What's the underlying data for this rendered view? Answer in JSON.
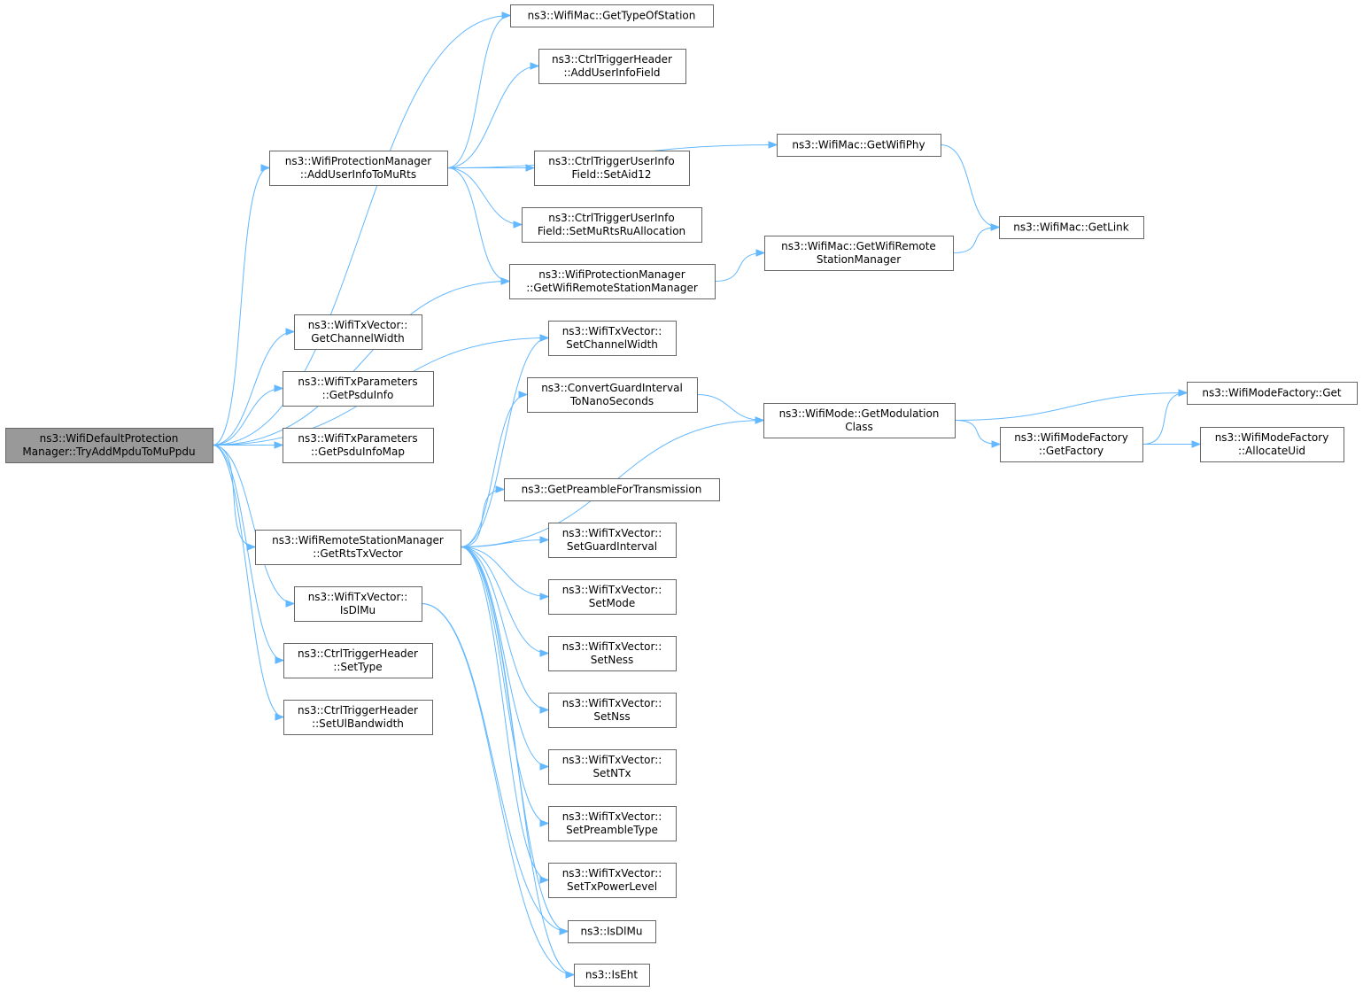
{
  "diagram": {
    "root": "n0",
    "nodes": [
      {
        "id": "n0",
        "lines": [
          "ns3::WifiDefaultProtection",
          "Manager::TryAddMpduToMuPpdu"
        ],
        "root": true
      },
      {
        "id": "n1",
        "lines": [
          "ns3::WifiMac::GetTypeOfStation"
        ]
      },
      {
        "id": "n2",
        "lines": [
          "ns3::CtrlTriggerHeader",
          "::AddUserInfoField"
        ]
      },
      {
        "id": "n3",
        "lines": [
          "ns3::WifiProtectionManager",
          "::AddUserInfoToMuRts"
        ]
      },
      {
        "id": "n4",
        "lines": [
          "ns3::WifiMac::GetWifiPhy"
        ]
      },
      {
        "id": "n5",
        "lines": [
          "ns3::CtrlTriggerUserInfo",
          "Field::SetAid12"
        ]
      },
      {
        "id": "n6",
        "lines": [
          "ns3::CtrlTriggerUserInfo",
          "Field::SetMuRtsRuAllocation"
        ]
      },
      {
        "id": "n7",
        "lines": [
          "ns3::WifiMac::GetLink"
        ]
      },
      {
        "id": "n8",
        "lines": [
          "ns3::WifiMac::GetWifiRemote",
          "StationManager"
        ]
      },
      {
        "id": "n9",
        "lines": [
          "ns3::WifiProtectionManager",
          "::GetWifiRemoteStationManager"
        ]
      },
      {
        "id": "n10",
        "lines": [
          "ns3::WifiTxVector::",
          "GetChannelWidth"
        ]
      },
      {
        "id": "n11",
        "lines": [
          "ns3::WifiTxVector::",
          "SetChannelWidth"
        ]
      },
      {
        "id": "n12",
        "lines": [
          "ns3::WifiTxParameters",
          "::GetPsduInfo"
        ]
      },
      {
        "id": "n13",
        "lines": [
          "ns3::ConvertGuardInterval",
          "ToNanoSeconds"
        ]
      },
      {
        "id": "n14",
        "lines": [
          "ns3::WifiModeFactory::Get"
        ]
      },
      {
        "id": "n15",
        "lines": [
          "ns3::WifiMode::GetModulation",
          "Class"
        ]
      },
      {
        "id": "n16",
        "lines": [
          "ns3::WifiTxParameters",
          "::GetPsduInfoMap"
        ]
      },
      {
        "id": "n17",
        "lines": [
          "ns3::WifiModeFactory",
          "::GetFactory"
        ]
      },
      {
        "id": "n18",
        "lines": [
          "ns3::WifiModeFactory",
          "::AllocateUid"
        ]
      },
      {
        "id": "n19",
        "lines": [
          "ns3::GetPreambleForTransmission"
        ]
      },
      {
        "id": "n20",
        "lines": [
          "ns3::WifiRemoteStationManager",
          "::GetRtsTxVector"
        ]
      },
      {
        "id": "n21",
        "lines": [
          "ns3::WifiTxVector::",
          "SetGuardInterval"
        ]
      },
      {
        "id": "n22",
        "lines": [
          "ns3::WifiTxVector::",
          "SetMode"
        ]
      },
      {
        "id": "n23",
        "lines": [
          "ns3::WifiTxVector::",
          "IsDlMu"
        ]
      },
      {
        "id": "n24",
        "lines": [
          "ns3::WifiTxVector::",
          "SetNess"
        ]
      },
      {
        "id": "n25",
        "lines": [
          "ns3::CtrlTriggerHeader",
          "::SetType"
        ]
      },
      {
        "id": "n26",
        "lines": [
          "ns3::CtrlTriggerHeader",
          "::SetUlBandwidth"
        ]
      },
      {
        "id": "n27",
        "lines": [
          "ns3::WifiTxVector::",
          "SetNss"
        ]
      },
      {
        "id": "n28",
        "lines": [
          "ns3::WifiTxVector::",
          "SetNTx"
        ]
      },
      {
        "id": "n29",
        "lines": [
          "ns3::WifiTxVector::",
          "SetPreambleType"
        ]
      },
      {
        "id": "n30",
        "lines": [
          "ns3::WifiTxVector::",
          "SetTxPowerLevel"
        ]
      },
      {
        "id": "n31",
        "lines": [
          "ns3::IsDlMu"
        ]
      },
      {
        "id": "n32",
        "lines": [
          "ns3::IsEht"
        ]
      }
    ],
    "edges": [
      [
        "n0",
        "n1"
      ],
      [
        "n0",
        "n3"
      ],
      [
        "n0",
        "n9"
      ],
      [
        "n0",
        "n10"
      ],
      [
        "n0",
        "n12"
      ],
      [
        "n0",
        "n16"
      ],
      [
        "n0",
        "n11"
      ],
      [
        "n0",
        "n20"
      ],
      [
        "n0",
        "n23"
      ],
      [
        "n0",
        "n25"
      ],
      [
        "n0",
        "n26"
      ],
      [
        "n3",
        "n1"
      ],
      [
        "n3",
        "n2"
      ],
      [
        "n3",
        "n4"
      ],
      [
        "n3",
        "n5"
      ],
      [
        "n3",
        "n6"
      ],
      [
        "n3",
        "n9"
      ],
      [
        "n4",
        "n7"
      ],
      [
        "n8",
        "n7"
      ],
      [
        "n9",
        "n8"
      ],
      [
        "n15",
        "n14"
      ],
      [
        "n15",
        "n17"
      ],
      [
        "n17",
        "n14"
      ],
      [
        "n17",
        "n18"
      ],
      [
        "n13",
        "n15"
      ],
      [
        "n20",
        "n11"
      ],
      [
        "n20",
        "n13"
      ],
      [
        "n20",
        "n15"
      ],
      [
        "n20",
        "n19"
      ],
      [
        "n20",
        "n21"
      ],
      [
        "n20",
        "n22"
      ],
      [
        "n20",
        "n24"
      ],
      [
        "n20",
        "n27"
      ],
      [
        "n20",
        "n28"
      ],
      [
        "n20",
        "n29"
      ],
      [
        "n20",
        "n30"
      ],
      [
        "n20",
        "n31"
      ],
      [
        "n20",
        "n32"
      ],
      [
        "n23",
        "n31"
      ],
      [
        "n23",
        "n32"
      ]
    ]
  }
}
